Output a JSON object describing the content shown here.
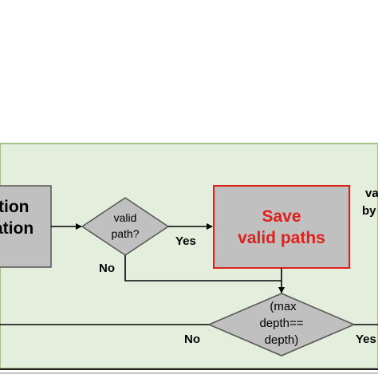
{
  "diagram": {
    "colors": {
      "panel_fill": "#e4eedc",
      "panel_border": "#8bb26d",
      "node_fill": "#c0c0c0",
      "node_border": "#555555",
      "highlight_border": "#e0201b",
      "highlight_text": "#e0201b",
      "arrow": "#000000"
    },
    "left_box": {
      "line1": "tion",
      "line2": "ation"
    },
    "decision_valid": {
      "line1": "valid",
      "line2": "path?"
    },
    "save_box": {
      "line1": "Save",
      "line2": "valid paths"
    },
    "decision_depth": {
      "line1": "(max",
      "line2": "depth==",
      "line3": "depth)"
    },
    "edge_labels": {
      "yes_valid": "Yes",
      "no_valid": "No",
      "no_depth": "No",
      "yes_depth": "Yes"
    },
    "right_note": {
      "line1": "va",
      "line2": "by"
    }
  }
}
